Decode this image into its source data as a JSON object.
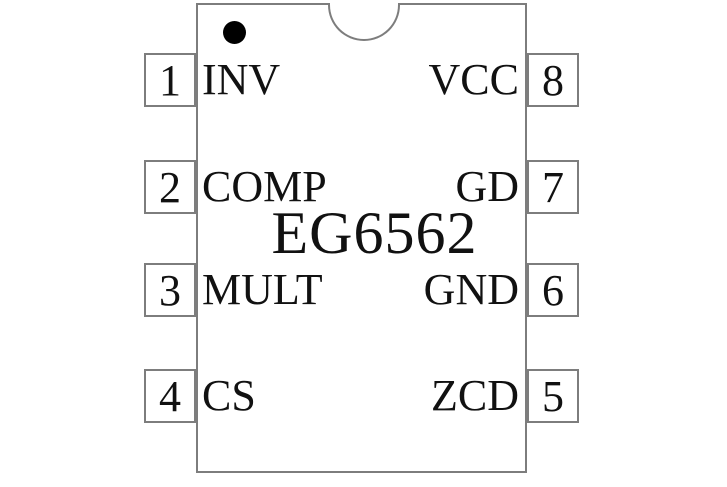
{
  "chip": {
    "part_number": "EG6562"
  },
  "pins": {
    "left": [
      {
        "number": "1",
        "label": "INV"
      },
      {
        "number": "2",
        "label": "COMP"
      },
      {
        "number": "3",
        "label": "MULT"
      },
      {
        "number": "4",
        "label": "CS"
      }
    ],
    "right": [
      {
        "number": "8",
        "label": "VCC"
      },
      {
        "number": "7",
        "label": "GD"
      },
      {
        "number": "6",
        "label": "GND"
      },
      {
        "number": "5",
        "label": "ZCD"
      }
    ]
  },
  "markers": {
    "pin1_dot": "filled-black-circle",
    "orientation_notch": "top-center-semicircle"
  },
  "colors": {
    "outline": "#7d7d7d",
    "text": "#111111",
    "background": "#ffffff"
  }
}
